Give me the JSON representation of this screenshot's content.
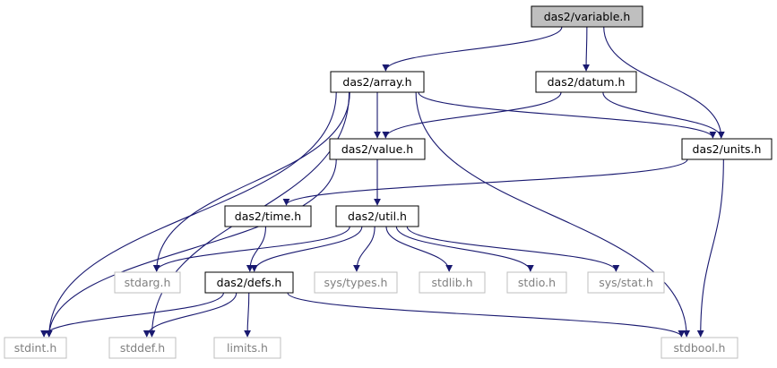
{
  "diagram": {
    "edge_color": "#191970",
    "node_styles": {
      "root": {
        "fill": "#bfbfbf",
        "stroke": "#000000",
        "text": "#000000"
      },
      "internal": {
        "fill": "#ffffff",
        "stroke": "#000000",
        "text": "#000000"
      },
      "external": {
        "fill": "#ffffff",
        "stroke": "#bfbfbf",
        "text": "#808080"
      }
    },
    "nodes": [
      {
        "id": "variable",
        "label": "das2/variable.h",
        "kind": "root"
      },
      {
        "id": "array",
        "label": "das2/array.h",
        "kind": "internal"
      },
      {
        "id": "datum",
        "label": "das2/datum.h",
        "kind": "internal"
      },
      {
        "id": "value",
        "label": "das2/value.h",
        "kind": "internal"
      },
      {
        "id": "units",
        "label": "das2/units.h",
        "kind": "internal"
      },
      {
        "id": "time",
        "label": "das2/time.h",
        "kind": "internal"
      },
      {
        "id": "util",
        "label": "das2/util.h",
        "kind": "internal"
      },
      {
        "id": "defs",
        "label": "das2/defs.h",
        "kind": "internal"
      },
      {
        "id": "stdarg",
        "label": "stdarg.h",
        "kind": "external"
      },
      {
        "id": "systypes",
        "label": "sys/types.h",
        "kind": "external"
      },
      {
        "id": "stdlib",
        "label": "stdlib.h",
        "kind": "external"
      },
      {
        "id": "stdio",
        "label": "stdio.h",
        "kind": "external"
      },
      {
        "id": "sysstat",
        "label": "sys/stat.h",
        "kind": "external"
      },
      {
        "id": "stdint",
        "label": "stdint.h",
        "kind": "external"
      },
      {
        "id": "stddef",
        "label": "stddef.h",
        "kind": "external"
      },
      {
        "id": "limits",
        "label": "limits.h",
        "kind": "external"
      },
      {
        "id": "stdbool",
        "label": "stdbool.h",
        "kind": "external"
      }
    ],
    "edges": [
      [
        "variable",
        "array"
      ],
      [
        "variable",
        "datum"
      ],
      [
        "variable",
        "units"
      ],
      [
        "array",
        "value"
      ],
      [
        "array",
        "units"
      ],
      [
        "array",
        "stdint"
      ],
      [
        "array",
        "stddef"
      ],
      [
        "array",
        "stdarg"
      ],
      [
        "array",
        "stdbool"
      ],
      [
        "datum",
        "value"
      ],
      [
        "datum",
        "units"
      ],
      [
        "value",
        "util"
      ],
      [
        "value",
        "stdint"
      ],
      [
        "units",
        "time"
      ],
      [
        "units",
        "stdbool"
      ],
      [
        "time",
        "defs"
      ],
      [
        "util",
        "defs"
      ],
      [
        "util",
        "stdarg"
      ],
      [
        "util",
        "systypes"
      ],
      [
        "util",
        "stdlib"
      ],
      [
        "util",
        "stdio"
      ],
      [
        "util",
        "sysstat"
      ],
      [
        "defs",
        "stdint"
      ],
      [
        "defs",
        "stddef"
      ],
      [
        "defs",
        "limits"
      ],
      [
        "defs",
        "stdbool"
      ]
    ]
  }
}
